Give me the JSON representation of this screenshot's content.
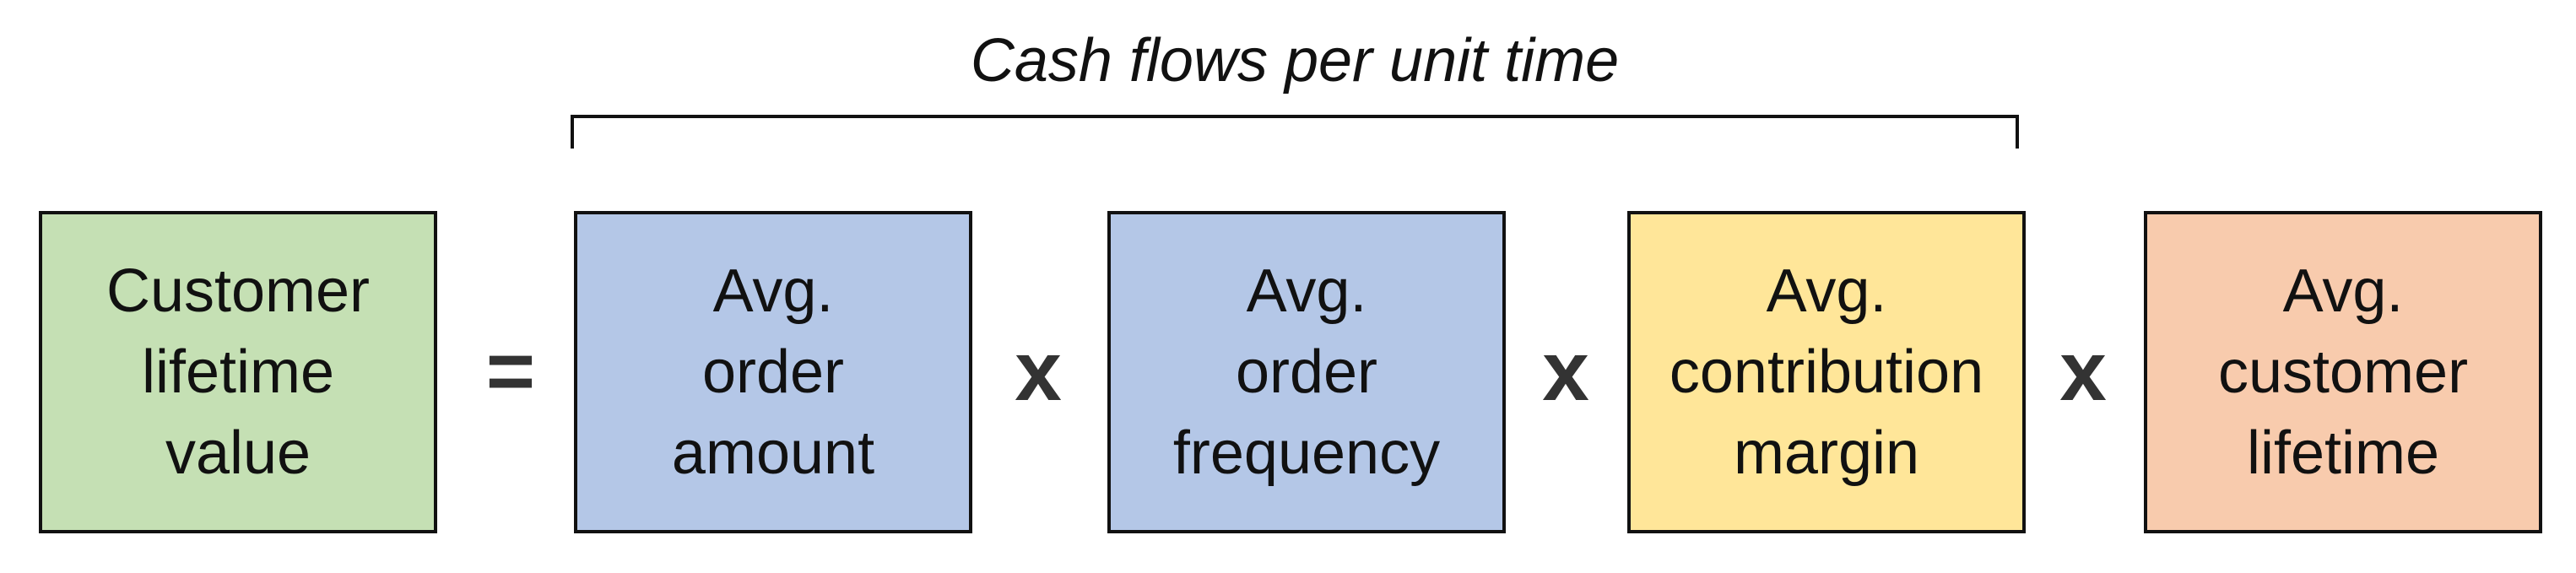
{
  "diagram": {
    "bracket_label": "Cash flows per unit time",
    "boxes": [
      {
        "label": "Customer\nlifetime\nvalue",
        "color": "#c5e0b4"
      },
      {
        "label": "Avg.\norder\namount",
        "color": "#b4c7e7"
      },
      {
        "label": "Avg.\norder\nfrequency",
        "color": "#b4c7e7"
      },
      {
        "label": "Avg.\ncontribution\nmargin",
        "color": "#ffe699"
      },
      {
        "label": "Avg.\ncustomer\nlifetime",
        "color": "#f8cbad"
      }
    ],
    "operators": [
      "=",
      "x",
      "x",
      "x"
    ]
  }
}
